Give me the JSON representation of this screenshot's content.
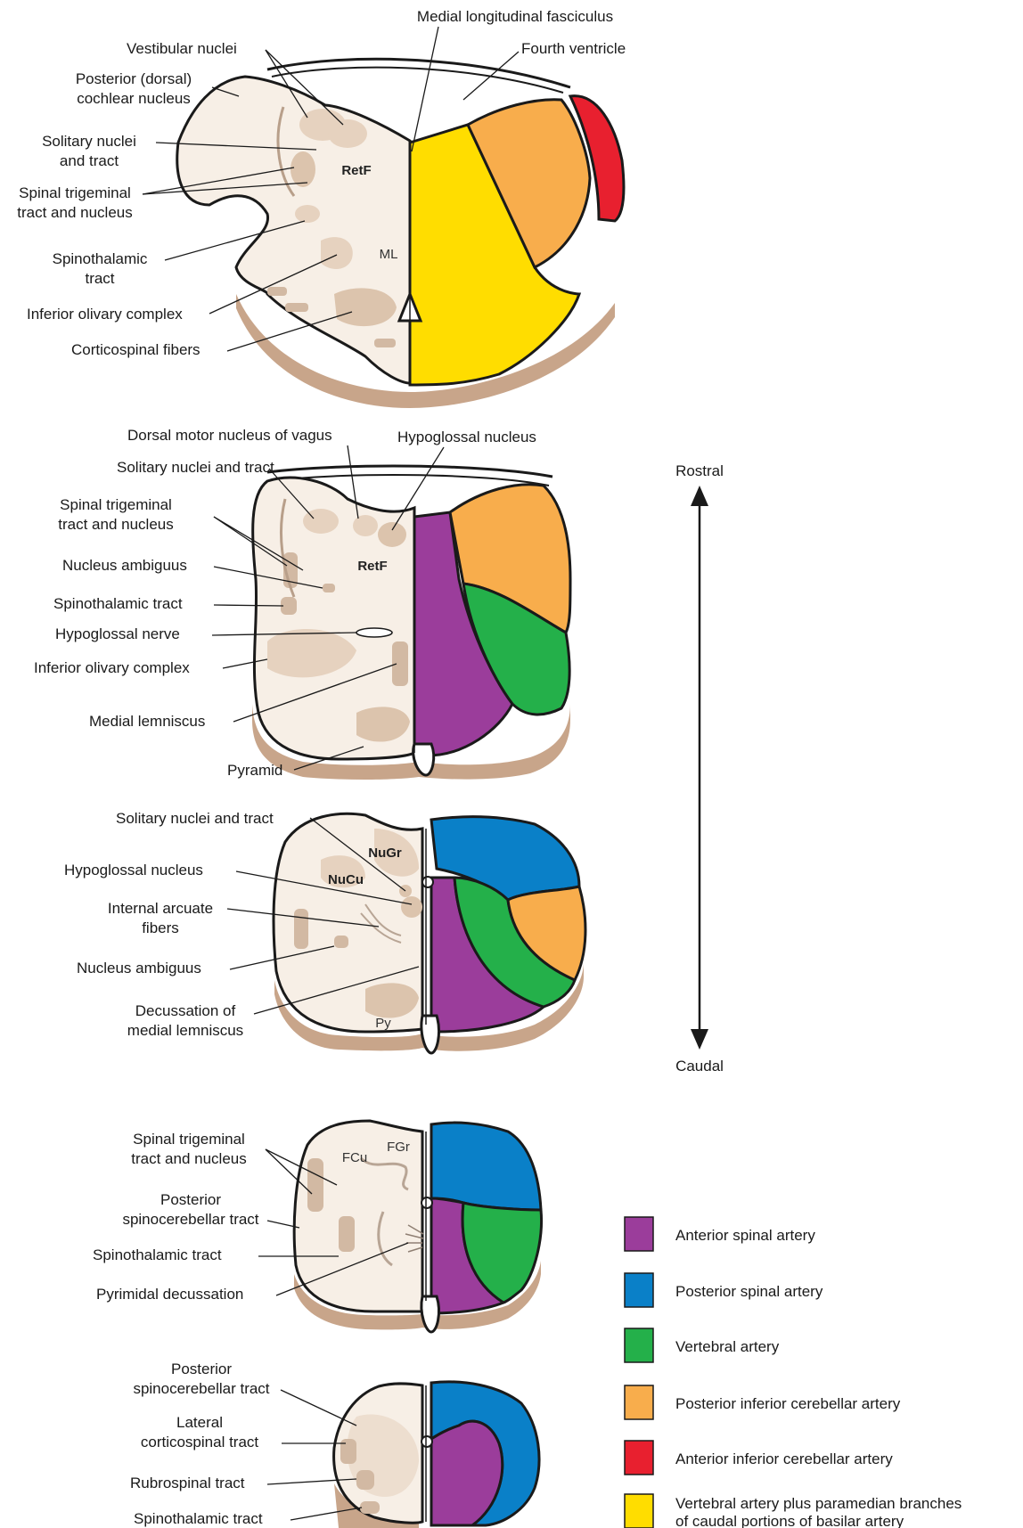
{
  "colors": {
    "anterior_spinal": "#9b3d9b",
    "posterior_spinal": "#0a80c8",
    "vertebral": "#24b04a",
    "pica": "#f8ad4c",
    "aica": "#e8202f",
    "vertebral_basilar": "#ffdd00"
  },
  "axis": {
    "top": "Rostral",
    "bottom": "Caudal"
  },
  "legend": [
    {
      "color_key": "anterior_spinal",
      "lines": [
        "Anterior spinal artery"
      ]
    },
    {
      "color_key": "posterior_spinal",
      "lines": [
        "Posterior spinal artery"
      ]
    },
    {
      "color_key": "vertebral",
      "lines": [
        "Vertebral artery"
      ]
    },
    {
      "color_key": "pica",
      "lines": [
        "Posterior inferior cerebellar artery"
      ]
    },
    {
      "color_key": "aica",
      "lines": [
        "Anterior inferior cerebellar artery"
      ]
    },
    {
      "color_key": "vertebral_basilar",
      "lines": [
        "Vertebral artery plus paramedian branches",
        "of caudal portions of basilar artery"
      ]
    }
  ],
  "section1": {
    "labels": {
      "mlf": "Medial longitudinal fasciculus",
      "fourth_ventricle": "Fourth ventricle",
      "vestibular": "Vestibular nuclei",
      "dorsal_cochlear_1": "Posterior (dorsal)",
      "dorsal_cochlear_2": "cochlear nucleus",
      "solitary_1": "Solitary nuclei",
      "solitary_2": "and tract",
      "spinal_trig_1": "Spinal trigeminal",
      "spinal_trig_2": "tract and nucleus",
      "spinothalamic_1": "Spinothalamic",
      "spinothalamic_2": "tract",
      "inferior_olivary": "Inferior olivary complex",
      "corticospinal": "Corticospinal fibers",
      "retf": "RetF",
      "ml": "ML"
    }
  },
  "section2": {
    "labels": {
      "dorsal_motor_vagus": "Dorsal motor nucleus of vagus",
      "hypoglossal_nucleus": "Hypoglossal nucleus",
      "solitary": "Solitary nuclei and tract",
      "spinal_trig_1": "Spinal trigeminal",
      "spinal_trig_2": "tract and nucleus",
      "nucleus_ambiguus": "Nucleus ambiguus",
      "spinothalamic": "Spinothalamic tract",
      "hypoglossal_nerve": "Hypoglossal nerve",
      "inferior_olivary": "Inferior olivary complex",
      "medial_lemniscus": "Medial lemniscus",
      "pyramid": "Pyramid",
      "retf": "RetF"
    }
  },
  "section3": {
    "labels": {
      "solitary": "Solitary nuclei and tract",
      "hypoglossal_nucleus": "Hypoglossal nucleus",
      "internal_arcuate_1": "Internal arcuate",
      "internal_arcuate_2": "fibers",
      "nucleus_ambiguus": "Nucleus ambiguus",
      "decussation_1": "Decussation of",
      "decussation_2": "medial lemniscus",
      "nugr": "NuGr",
      "nucu": "NuCu",
      "py": "Py"
    }
  },
  "section4": {
    "labels": {
      "spinal_trig_1": "Spinal trigeminal",
      "spinal_trig_2": "tract and nucleus",
      "post_spinocerebellar_1": "Posterior",
      "post_spinocerebellar_2": "spinocerebellar tract",
      "spinothalamic": "Spinothalamic tract",
      "pyramidal_decussation": "Pyrimidal decussation",
      "fcu": "FCu",
      "fgr": "FGr"
    }
  },
  "section5": {
    "labels": {
      "post_spinocerebellar_1": "Posterior",
      "post_spinocerebellar_2": "spinocerebellar tract",
      "lateral_cst_1": "Lateral",
      "lateral_cst_2": "corticospinal tract",
      "rubrospinal": "Rubrospinal tract",
      "spinothalamic": "Spinothalamic tract"
    }
  }
}
